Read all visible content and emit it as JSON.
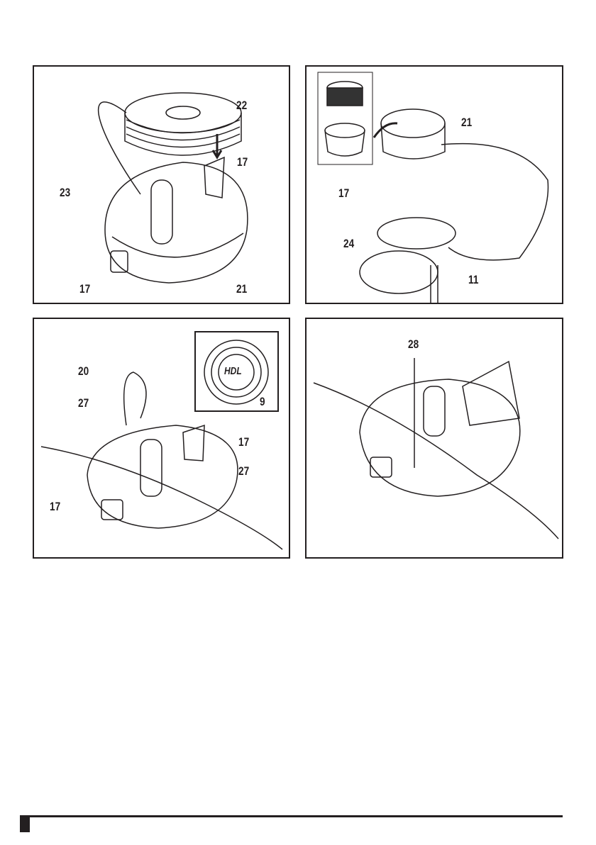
{
  "figures": {
    "top_left": {
      "labels": [
        "22",
        "17",
        "23",
        "17",
        "21"
      ]
    },
    "top_right": {
      "labels": [
        "21",
        "17",
        "24",
        "11"
      ]
    },
    "bottom_left": {
      "labels": [
        "20",
        "27",
        "17",
        "27",
        "17",
        "9"
      ],
      "inset_logo": "HDL"
    },
    "bottom_right": {
      "labels": [
        "28"
      ]
    }
  },
  "colors": {
    "ink": "#231f20",
    "background": "#ffffff"
  }
}
